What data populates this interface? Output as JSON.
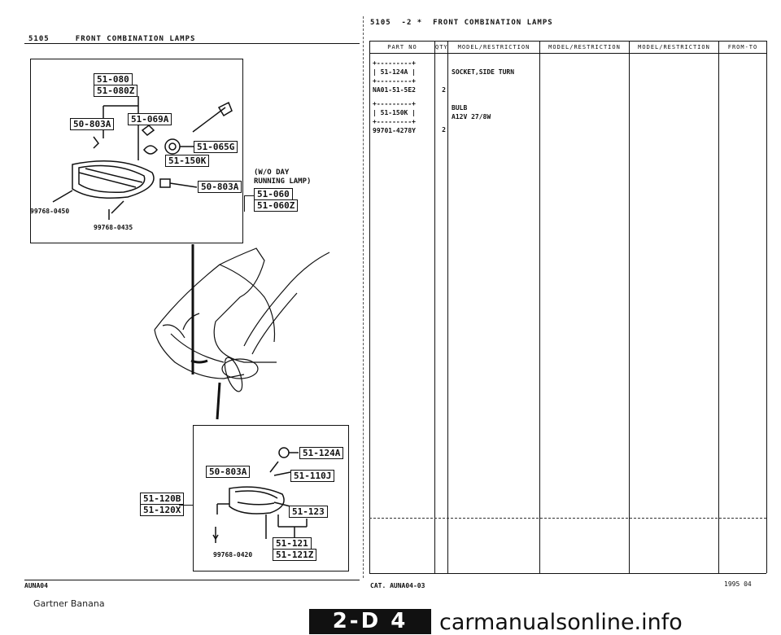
{
  "left_header": {
    "code": "5105",
    "title": "FRONT COMBINATION LAMPS"
  },
  "right_header": {
    "code": "5105",
    "page": "-2",
    "mark": "*",
    "title": "FRONT COMBINATION LAMPS"
  },
  "diagram_top": {
    "labels": [
      "51-080",
      "51-080Z",
      "50-803A",
      "51-069A",
      "51-065G",
      "51-150K",
      "50-803A"
    ],
    "part_left": "99768-0450",
    "part_bottom": "99768-0435",
    "note_line1": "(W/O DAY",
    "note_line2": "RUNNING LAMP)",
    "note_labels": [
      "51-060",
      "51-060Z"
    ]
  },
  "diagram_bottom": {
    "labels": [
      "51-124A",
      "50-803A",
      "51-110J",
      "51-120B",
      "51-120X",
      "51-123",
      "51-121",
      "51-121Z"
    ],
    "part_bottom": "99768-0420"
  },
  "table": {
    "headers": [
      "PART NO",
      "QTY",
      "MODEL/RESTRICTION",
      "MODEL/RESTRICTION",
      "MODEL/RESTRICTION",
      "FROM-TO"
    ],
    "rows": [
      {
        "ref": "51-124A",
        "part_no": "NA01-51-5E2",
        "qty": "2",
        "desc": "SOCKET,SIDE TURN"
      },
      {
        "ref": "51-150K",
        "part_no": "99701-4278Y",
        "qty": "2",
        "desc": "BULB",
        "spec": "A12V 27/8W"
      }
    ]
  },
  "footer": {
    "left": "AUNA04",
    "cat": "CAT. AUNA04-03",
    "year": "1995 04"
  },
  "credit": "Gartner Banana",
  "banner": "2-D 4",
  "watermark": "carmanualsonline.info"
}
